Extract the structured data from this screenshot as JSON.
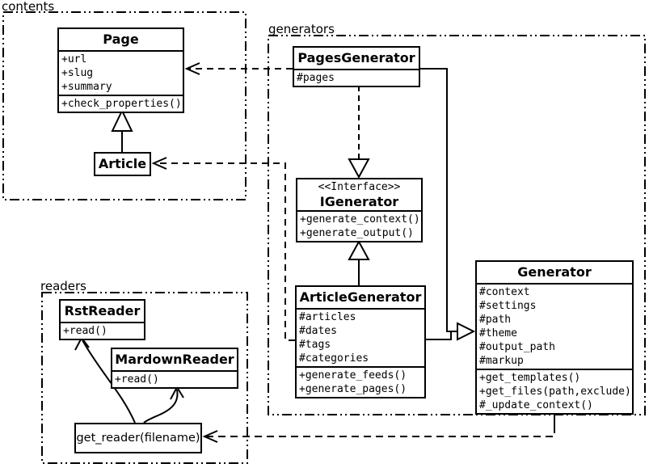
{
  "diagram": {
    "packages": {
      "contents": {
        "label": "contents"
      },
      "generators": {
        "label": "generators"
      },
      "readers": {
        "label": "readers"
      }
    },
    "classes": {
      "page": {
        "name": "Page",
        "attrs": [
          "+url",
          "+slug",
          "+summary"
        ],
        "methods": [
          "+check_properties()"
        ]
      },
      "article": {
        "name": "Article"
      },
      "pages_generator": {
        "name": "PagesGenerator",
        "attrs": [
          "#pages"
        ]
      },
      "igenerator": {
        "stereotype": "<<Interface>>",
        "name": "IGenerator",
        "methods": [
          "+generate_context()",
          "+generate_output()"
        ]
      },
      "article_generator": {
        "name": "ArticleGenerator",
        "attrs": [
          "#articles",
          "#dates",
          "#tags",
          "#categories"
        ],
        "methods": [
          "+generate_feeds()",
          "+generate_pages()"
        ]
      },
      "generator": {
        "name": "Generator",
        "attrs": [
          "#context",
          "#settings",
          "#path",
          "#theme",
          "#output_path",
          "#markup"
        ],
        "methods": [
          "+get_templates()",
          "+get_files(path,exclude)",
          "#_update_context()"
        ]
      },
      "rst_reader": {
        "name": "RstReader",
        "methods": [
          "+read()"
        ]
      },
      "mardown_reader": {
        "name": "MardownReader",
        "methods": [
          "+read()"
        ]
      },
      "get_reader": {
        "label": "get_reader(filename)"
      }
    },
    "relations": [
      {
        "from": "Article",
        "to": "Page",
        "type": "generalization"
      },
      {
        "from": "PagesGenerator",
        "to": "IGenerator",
        "type": "realization"
      },
      {
        "from": "ArticleGenerator",
        "to": "IGenerator",
        "type": "generalization"
      },
      {
        "from": "PagesGenerator",
        "to": "Generator",
        "type": "generalization"
      },
      {
        "from": "ArticleGenerator",
        "to": "Generator",
        "type": "generalization"
      },
      {
        "from": "PagesGenerator",
        "to": "Page",
        "type": "dependency"
      },
      {
        "from": "ArticleGenerator",
        "to": "Article",
        "type": "dependency"
      },
      {
        "from": "Generator",
        "to": "get_reader(filename)",
        "type": "dependency"
      },
      {
        "from": "get_reader(filename)",
        "to": "RstReader",
        "type": "call"
      },
      {
        "from": "get_reader(filename)",
        "to": "MardownReader",
        "type": "call"
      }
    ],
    "colors": {
      "line": "#000000",
      "background": "#ffffff"
    }
  }
}
